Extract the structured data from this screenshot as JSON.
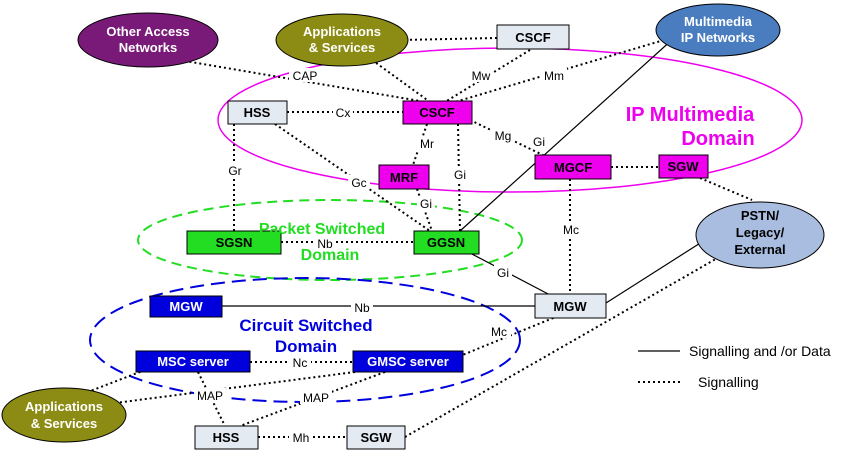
{
  "domains": {
    "ims_line1": "IP Multimedia",
    "ims_line2": "Domain",
    "ps_line1": "Packet Switched",
    "ps_line2": "Domain",
    "cs_line1": "Circuit Switched",
    "cs_line2": "Domain"
  },
  "ellipses": {
    "other_access_1": "Other Access",
    "other_access_2": "Networks",
    "apps_top_1": "Applications",
    "apps_top_2": "& Services",
    "multimedia_1": "Multimedia",
    "multimedia_2": "IP Networks",
    "pstn_1": "PSTN/",
    "pstn_2": "Legacy/",
    "pstn_3": "External",
    "apps_bottom_1": "Applications",
    "apps_bottom_2": "& Services"
  },
  "boxes": {
    "cscf_top": "CSCF",
    "hss_top": "HSS",
    "cscf_ims": "CSCF",
    "mrf": "MRF",
    "mgcf": "MGCF",
    "sgw_ims": "SGW",
    "sgsn": "SGSN",
    "ggsn": "GGSN",
    "mgw_left": "MGW",
    "mgw_right": "MGW",
    "msc_server": "MSC server",
    "gmsc_server": "GMSC server",
    "hss_bottom": "HSS",
    "sgw_bottom": "SGW"
  },
  "interfaces": {
    "cap": "CAP",
    "mw": "Mw",
    "mm": "Mm",
    "cx": "Cx",
    "mg": "Mg",
    "gi_mm": "Gi",
    "gr": "Gr",
    "mr": "Mr",
    "gi_cscf": "Gi",
    "gc": "Gc",
    "gi_mrf": "Gi",
    "nb_ps": "Nb",
    "mc_mgcf": "Mc",
    "gi_ggsn": "Gi",
    "nb_cs": "Nb",
    "mc_cs": "Mc",
    "nc": "Nc",
    "map_left": "MAP",
    "map_right": "MAP",
    "mh": "Mh"
  },
  "legend": {
    "solid_label": "Signalling and /or Data",
    "dotted_label": "Signalling"
  },
  "colors": {
    "ims": "#ee00ee",
    "ps": "#22dd22",
    "cs": "#0000dd",
    "olive": "#8c8c14",
    "purple": "#7a1a78",
    "steel_blue": "#4a7cc0",
    "light_blue": "#a9bde0",
    "gray_box": "#e4eaf2"
  }
}
